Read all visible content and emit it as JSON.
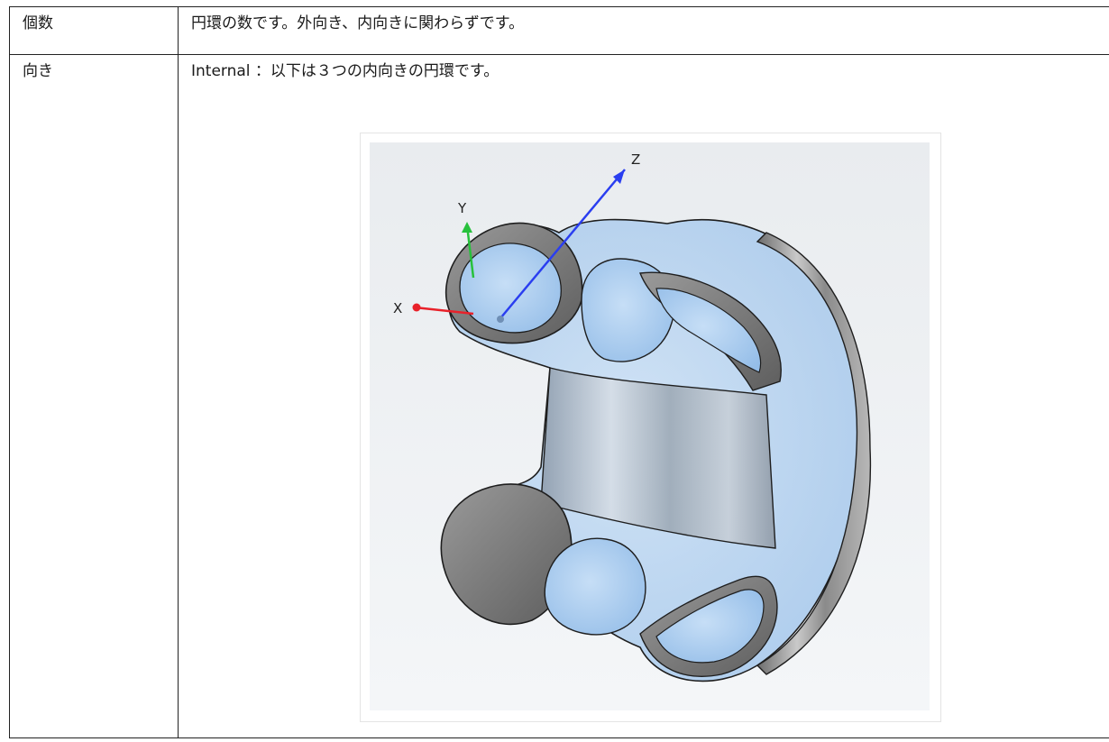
{
  "rows": [
    {
      "key": "個数",
      "value": "円環の数です。外向き、内向きに関わらずです。"
    },
    {
      "key": "向き",
      "value": "Internal ：以下は３つの内向きの円環です。"
    }
  ],
  "figure": {
    "axis_labels": {
      "x": "X",
      "y": "Y",
      "z": "Z"
    },
    "colors": {
      "x_axis": "#e8212a",
      "y_axis": "#27c13c",
      "z_axis": "#2a3ef0",
      "solid_fill": "#a9cdf2",
      "solid_edge": "#1e1e1e",
      "metal_face": "#9c9c9c",
      "background": "#eef1f4"
    }
  }
}
